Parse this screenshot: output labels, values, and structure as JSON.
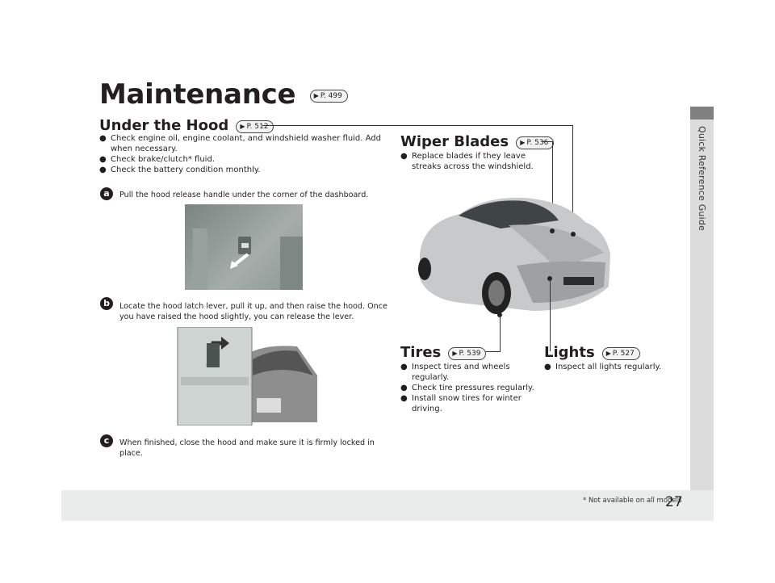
{
  "page": {
    "title": "Maintenance",
    "title_ref": "P. 499",
    "sidebar_label": "Quick Reference Guide",
    "page_number": "27",
    "footnote": "* Not available on all models"
  },
  "under_hood": {
    "title": "Under the Hood",
    "ref": "P. 512",
    "bullets": [
      "Check engine oil, engine coolant, and windshield washer fluid. Add when necessary.",
      "Check brake/clutch* fluid.",
      "Check the battery condition monthly."
    ],
    "steps": [
      {
        "badge": "a",
        "text": "Pull the hood release handle under the corner of the dashboard."
      },
      {
        "badge": "b",
        "text": "Locate the hood latch lever, pull it up, and then raise the hood. Once you have raised the hood slightly, you can release the lever."
      },
      {
        "badge": "c",
        "text": "When finished, close the hood and make sure it is firmly locked in place."
      }
    ]
  },
  "wiper": {
    "title": "Wiper Blades",
    "ref": "P. 536",
    "bullets": [
      "Replace blades if they leave streaks across the windshield."
    ]
  },
  "tires": {
    "title": "Tires",
    "ref": "P. 539",
    "bullets": [
      "Inspect tires and wheels regularly.",
      "Check tire pressures regularly.",
      "Install snow tires for winter driving."
    ]
  },
  "lights": {
    "title": "Lights",
    "ref": "P. 527",
    "bullets": [
      "Inspect all lights regularly."
    ]
  },
  "colors": {
    "sidebar_dark": "#808080",
    "sidebar_light": "#dcdcdc",
    "footer": "#e9eceb",
    "text": "#231f20"
  }
}
